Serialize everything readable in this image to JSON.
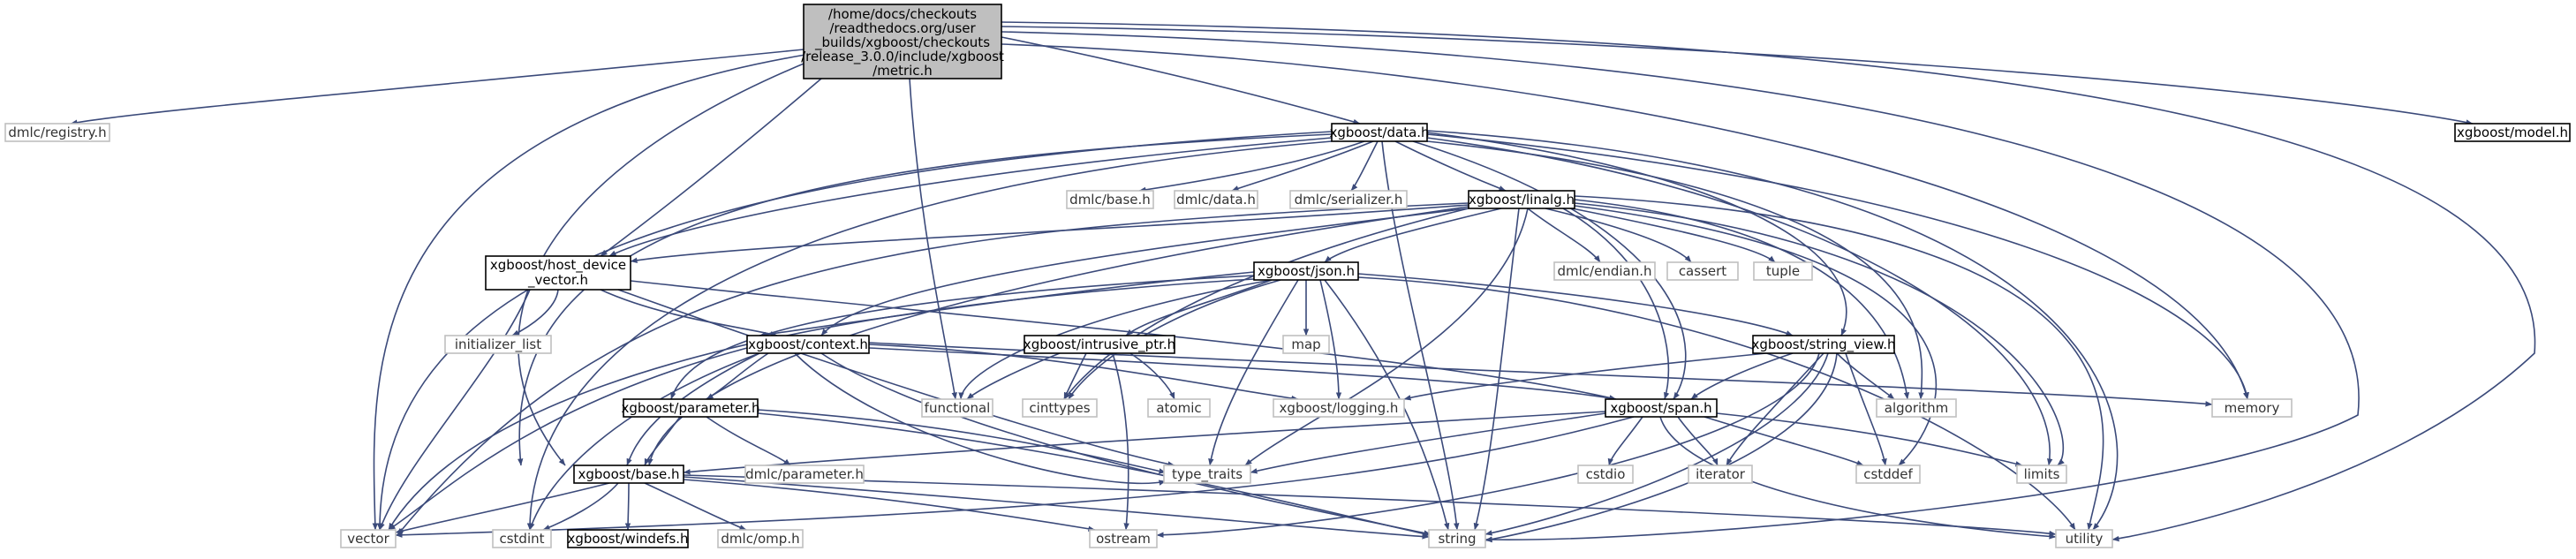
{
  "graph": {
    "root": {
      "lines": [
        "/home/docs/checkouts",
        "/readthedocs.org/user",
        "_builds/xgboost/checkouts",
        "/release_3.0.0/include/xgboost",
        "/metric.h"
      ]
    },
    "nodes": {
      "dmlc_registry": "dmlc/registry.h",
      "xgboost_data": "xgboost/data.h",
      "xgboost_model": "xgboost/model.h",
      "dmlc_base": "dmlc/base.h",
      "dmlc_data": "dmlc/data.h",
      "dmlc_serializer": "dmlc/serializer.h",
      "xgboost_linalg": "xgboost/linalg.h",
      "host_device_vector_1": "xgboost/host_device",
      "host_device_vector_2": "_vector.h",
      "xgboost_json": "xgboost/json.h",
      "dmlc_endian": "dmlc/endian.h",
      "cassert": "cassert",
      "tuple": "tuple",
      "initializer_list": "initializer_list",
      "xgboost_context": "xgboost/context.h",
      "xgboost_intrusive_ptr": "xgboost/intrusive_ptr.h",
      "map": "map",
      "xgboost_string_view": "xgboost/string_view.h",
      "xgboost_parameter": "xgboost/parameter.h",
      "functional": "functional",
      "cinttypes": "cinttypes",
      "atomic": "atomic",
      "xgboost_logging": "xgboost/logging.h",
      "xgboost_span": "xgboost/span.h",
      "algorithm": "algorithm",
      "memory": "memory",
      "xgboost_base": "xgboost/base.h",
      "dmlc_parameter": "dmlc/parameter.h",
      "type_traits": "type_traits",
      "cstdio": "cstdio",
      "iterator": "iterator",
      "cstddef": "cstddef",
      "limits": "limits",
      "vector": "vector",
      "cstdint": "cstdint",
      "xgboost_windefs": "xgboost/windefs.h",
      "dmlc_omp": "dmlc/omp.h",
      "ostream": "ostream",
      "string": "string",
      "utility": "utility"
    }
  }
}
